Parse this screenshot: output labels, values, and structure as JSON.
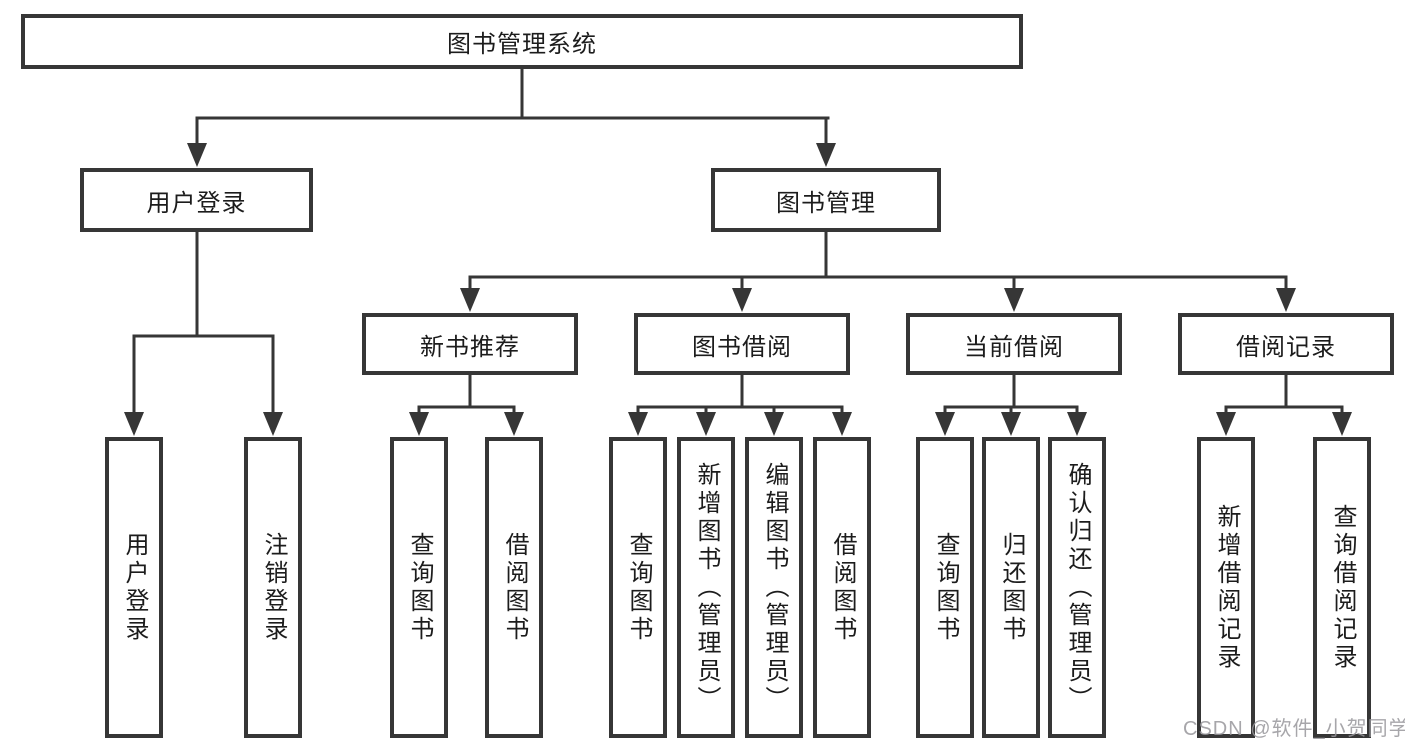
{
  "tree": {
    "root": {
      "label": "图书管理系统",
      "children": [
        {
          "label": "用户登录",
          "children": [
            {
              "label": "用户登录"
            },
            {
              "label": "注销登录"
            }
          ]
        },
        {
          "label": "图书管理",
          "children": [
            {
              "label": "新书推荐",
              "children": [
                {
                  "label": "查询图书"
                },
                {
                  "label": "借阅图书"
                }
              ]
            },
            {
              "label": "图书借阅",
              "children": [
                {
                  "label": "查询图书"
                },
                {
                  "label": "新增图书（管理员）"
                },
                {
                  "label": "编辑图书（管理员）"
                },
                {
                  "label": "借阅图书"
                }
              ]
            },
            {
              "label": "当前借阅",
              "children": [
                {
                  "label": "查询图书"
                },
                {
                  "label": "归还图书"
                },
                {
                  "label": "确认归还（管理员）"
                }
              ]
            },
            {
              "label": "借阅记录",
              "children": [
                {
                  "label": "新增借阅记录"
                },
                {
                  "label": "查询借阅记录"
                }
              ]
            }
          ]
        }
      ]
    }
  },
  "watermark": "CSDN @软件_小贺同学",
  "colors": {
    "line": "#363636",
    "text": "#1c1c1c",
    "background": "#ffffff",
    "watermark": "#98969b"
  }
}
